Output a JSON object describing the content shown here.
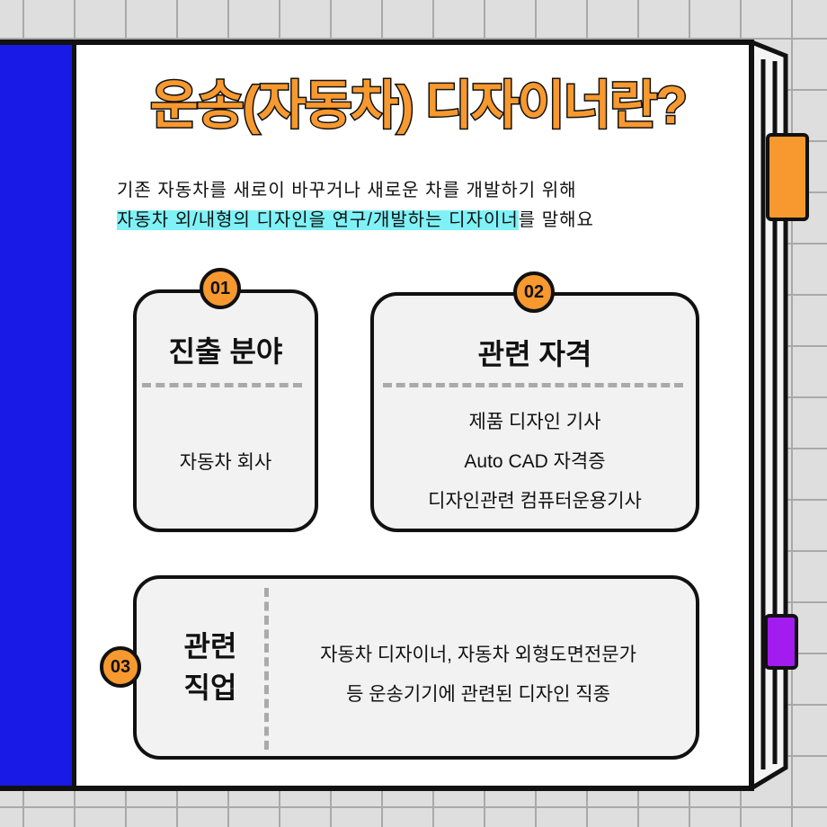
{
  "title": "운송(자동차) 디자이너란?",
  "description": {
    "line1": "기존 자동차를 새로이 바꾸거나 새로운 차를 개발하기 위해",
    "line2_highlight": "자동차 외/내형의 디자인을 연구/개발하는 디자이너",
    "line2_rest": "를 말해요"
  },
  "cards": [
    {
      "number": "01",
      "title": "진출 분야",
      "items": [
        "자동차 회사"
      ]
    },
    {
      "number": "02",
      "title": "관련 자격",
      "items": [
        "제품 디자인 기사",
        "Auto CAD 자격증",
        "디자인관련 컴퓨터운용기사"
      ]
    },
    {
      "number": "03",
      "title_line1": "관련",
      "title_line2": "직업",
      "items": [
        "자동차 디자이너, 자동차 외형도면전문가",
        "등 운송기기에 관련된 디자인 직종"
      ]
    }
  ],
  "colors": {
    "accent": "#f7992f",
    "blue": "#1a1ae6",
    "highlight": "#7ff2f7",
    "tab_purple": "#a21cf0"
  }
}
